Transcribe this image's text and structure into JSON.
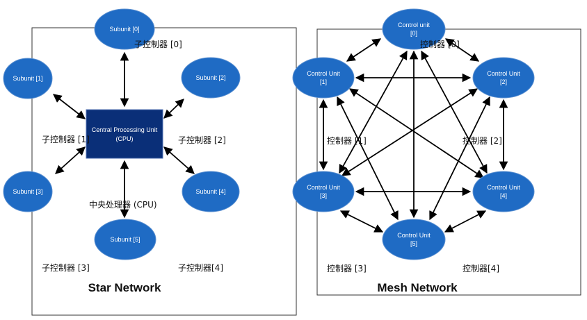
{
  "colors": {
    "node_fill": "#1f6bc4",
    "node_stroke": "#5a8fd0",
    "cpu_fill": "#0a2f78",
    "arrow": "#000000",
    "frame": "#333333"
  },
  "star": {
    "title": "Star Network",
    "cpu": {
      "line1": "Central Processing Unit",
      "line2": "(CPU)",
      "cn": "中央处理器 (CPU)"
    },
    "nodes": [
      {
        "line1": "Subunit [0]",
        "cn": "子控制器 [0]"
      },
      {
        "line1": "Subunit [1]",
        "cn": "子控制器 [1]"
      },
      {
        "line1": "Subunit [2]",
        "cn": "子控制器 [2]"
      },
      {
        "line1": "Subunit [3]",
        "cn": "子控制器 [3]"
      },
      {
        "line1": "Subunit [4]",
        "cn": "子控制器[4]"
      },
      {
        "line1": "Subunit [5]"
      }
    ]
  },
  "mesh": {
    "title": "Mesh Network",
    "nodes": [
      {
        "line1": "Control unit",
        "line2": "[0]",
        "cn": "控制器 [0]"
      },
      {
        "line1": "Control Unit",
        "line2": "[1]",
        "cn": "控制器 [1]"
      },
      {
        "line1": "Control Unit",
        "line2": "[2]",
        "cn": "控制器 [2]"
      },
      {
        "line1": "Control Unit",
        "line2": "[3]",
        "cn": "控制器 [3]"
      },
      {
        "line1": "Control Unit",
        "line2": "[4]",
        "cn": "控制器[4]"
      },
      {
        "line1": "Control Unit",
        "line2": "[5]"
      }
    ]
  }
}
